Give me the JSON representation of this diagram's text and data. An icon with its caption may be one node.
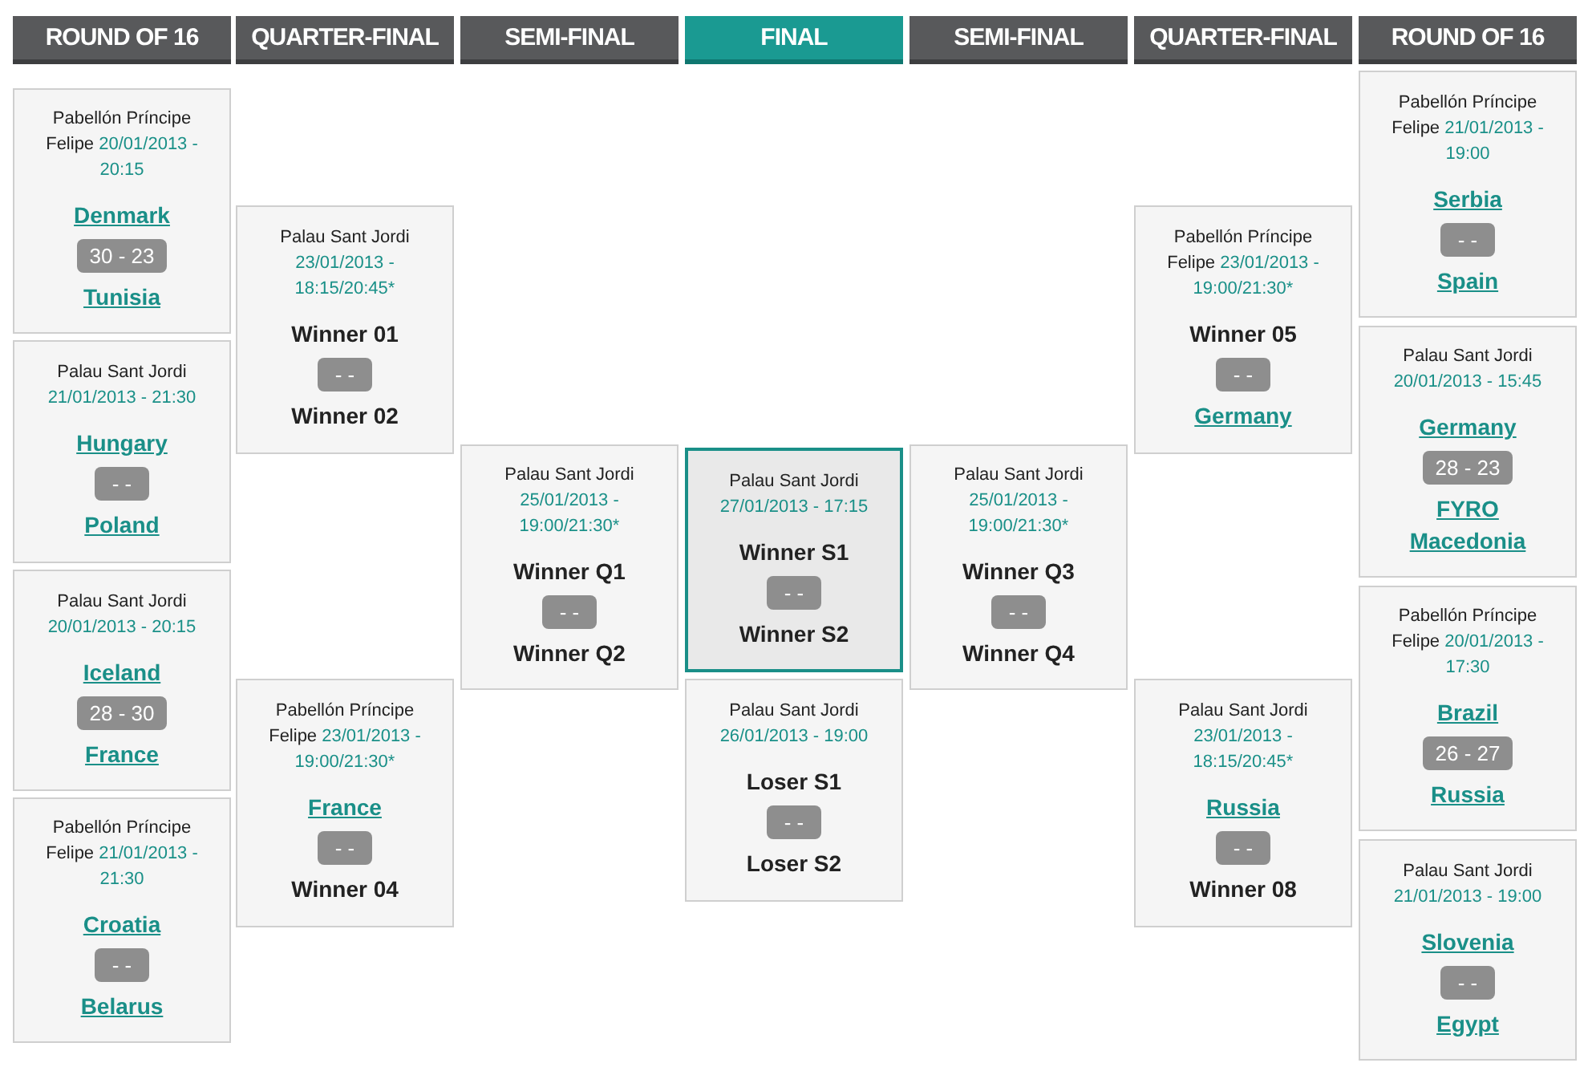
{
  "diagram": {
    "nodes": [
      {
        "text": [
          "ROUND OF 16"
        ]
      },
      {
        "text": [
          "QUARTER-FINAL"
        ]
      },
      {
        "text": [
          "SEMI-FINAL"
        ]
      },
      {
        "text": [
          "FINAL"
        ]
      },
      {
        "text": [
          "SEMI-FINAL"
        ]
      },
      {
        "text": [
          "QUARTER-FINAL"
        ]
      },
      {
        "text": [
          "ROUND OF 16"
        ]
      },
      {
        "text": [
          "Pabellón Príncipe Felipe",
          "20/01/2013 - 20:15",
          "Denmark",
          "30 - 23",
          "Tunisia"
        ]
      },
      {
        "text": [
          "Palau Sant Jordi",
          "21/01/2013 - 21:30",
          "Hungary",
          "- -",
          "Poland"
        ]
      },
      {
        "text": [
          "Palau Sant Jordi",
          "20/01/2013 - 20:15",
          "Iceland",
          "28 - 30",
          "France"
        ]
      },
      {
        "text": [
          "Pabellón Príncipe Felipe",
          "21/01/2013 - 21:30",
          "Croatia",
          "- -",
          "Belarus"
        ]
      },
      {
        "text": [
          "Palau Sant Jordi",
          "23/01/2013 - 18:15/20:45*",
          "Winner 01",
          "- -",
          "Winner 02"
        ]
      },
      {
        "text": [
          "Pabellón Príncipe Felipe",
          "23/01/2013 - 19:00/21:30*",
          "France",
          "- -",
          "Winner 04"
        ]
      },
      {
        "text": [
          "Palau Sant Jordi",
          "25/01/2013 - 19:00/21:30*",
          "Winner Q1",
          "- -",
          "Winner Q2"
        ]
      },
      {
        "text": [
          "Palau Sant Jordi",
          "27/01/2013 - 17:15",
          "Winner S1",
          "- -",
          "Winner S2"
        ]
      },
      {
        "text": [
          "Palau Sant Jordi",
          "26/01/2013 - 19:00",
          "Loser S1",
          "- -",
          "Loser S2"
        ]
      },
      {
        "text": [
          "Palau Sant Jordi",
          "25/01/2013 - 19:00/21:30*",
          "Winner Q3",
          "- -",
          "Winner Q4"
        ]
      },
      {
        "text": [
          "Pabellón Príncipe Felipe",
          "23/01/2013 - 19:00/21:30*",
          "Winner 05",
          "- -",
          "Germany"
        ]
      },
      {
        "text": [
          "Palau Sant Jordi",
          "23/01/2013 - 18:15/20:45*",
          "Russia",
          "- -",
          "Winner 08"
        ]
      },
      {
        "text": [
          "Pabellón Príncipe Felipe",
          "21/01/2013 - 19:00",
          "Serbia",
          "- -",
          "Spain"
        ]
      },
      {
        "text": [
          "Palau Sant Jordi",
          "20/01/2013 - 15:45",
          "Germany",
          "28 - 23",
          "FYRO Macedonia"
        ]
      },
      {
        "text": [
          "Pabellón Príncipe Felipe",
          "20/01/2013 - 17:30",
          "Brazil",
          "26 - 27",
          "Russia"
        ]
      },
      {
        "text": [
          "Palau Sant Jordi",
          "21/01/2013 - 19:00",
          "Slovenia",
          "- -",
          "Egypt"
        ]
      }
    ]
  }
}
